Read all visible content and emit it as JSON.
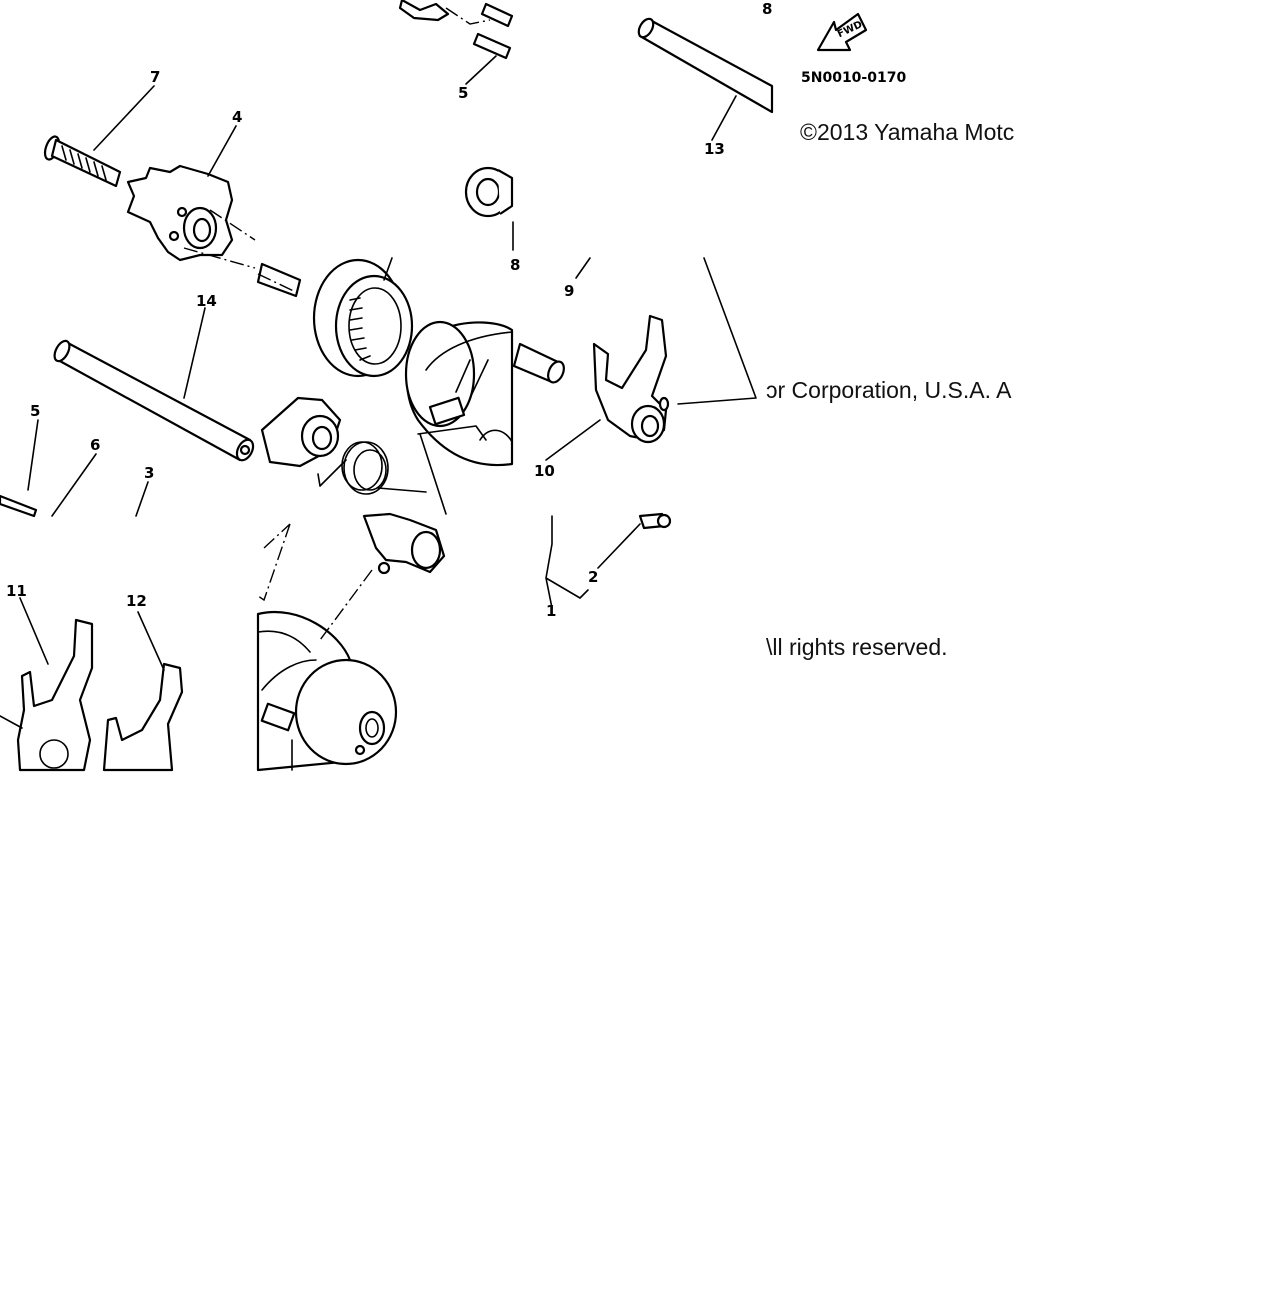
{
  "diagram": {
    "callouts": [
      {
        "id": "c7",
        "label": "7"
      },
      {
        "id": "c4",
        "label": "4"
      },
      {
        "id": "c5a",
        "label": "5"
      },
      {
        "id": "c5b",
        "label": "5"
      },
      {
        "id": "c14",
        "label": "14"
      },
      {
        "id": "c6",
        "label": "6"
      },
      {
        "id": "c3",
        "label": "3"
      },
      {
        "id": "c11",
        "label": "11"
      },
      {
        "id": "c12",
        "label": "12"
      },
      {
        "id": "c13",
        "label": "13"
      },
      {
        "id": "c8a",
        "label": "8"
      },
      {
        "id": "c8b",
        "label": "8"
      },
      {
        "id": "c9",
        "label": "9"
      },
      {
        "id": "c10",
        "label": "10"
      },
      {
        "id": "c2",
        "label": "2"
      },
      {
        "id": "c1",
        "label": "1"
      }
    ],
    "fwd_label": "FWD",
    "drawing_code": "5N0010-0170"
  },
  "copyright": {
    "line1": "©2013 Yamaha Motc",
    "line2": "ɔr Corporation, U.S.A. A",
    "line3": "\\ll rights reserved."
  },
  "colors": {
    "ink": "#000000",
    "background": "#ffffff"
  }
}
